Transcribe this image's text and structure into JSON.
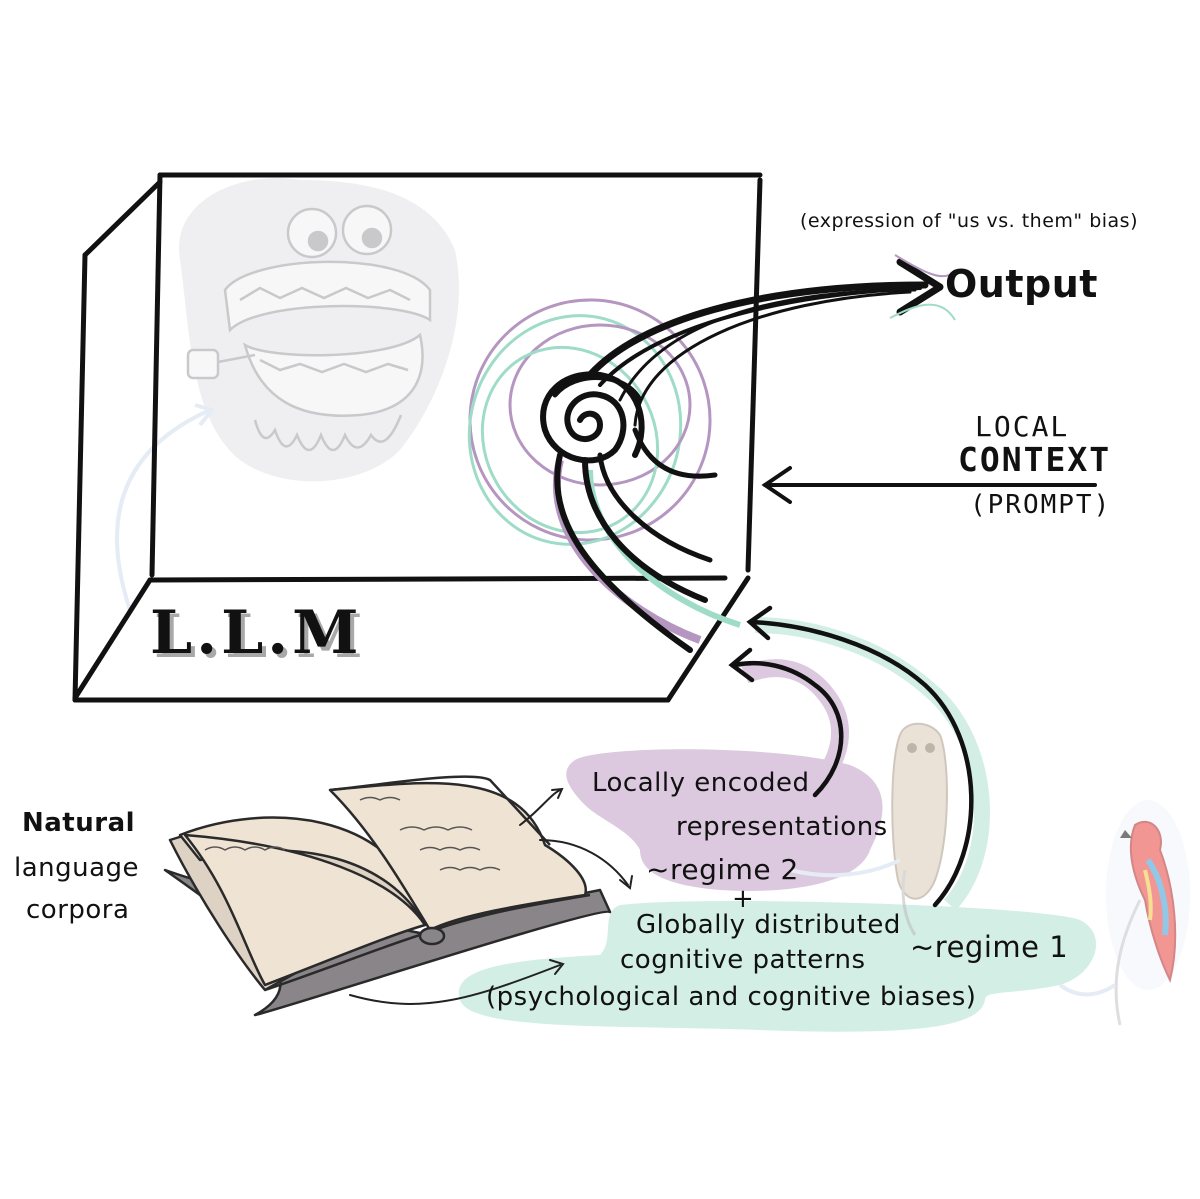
{
  "llm_label": "L.L.M",
  "output": {
    "note": "(expression of \"us vs. them\" bias)",
    "label": "Output"
  },
  "local_context": {
    "line1": "LOCAL",
    "line2": "CONTEXT",
    "line3": "(PROMPT)"
  },
  "corpora": {
    "line1": "Natural",
    "line2": "language",
    "line3": "corpora"
  },
  "regime2": {
    "line1": "Locally encoded",
    "line2": "representations",
    "line3": "~regime 2"
  },
  "plus": "+",
  "regime1": {
    "line1": "Globally distributed",
    "line2": "cognitive patterns",
    "line3": "(psychological and cognitive biases)",
    "tag": "~regime 1"
  },
  "colors": {
    "ink": "#111111",
    "purple_highlight": "#dcc9df",
    "mint_highlight": "#d3efe5",
    "purple_swirl": "#b596c0",
    "mint_swirl": "#9fdcc8",
    "ghost_grey": "#eeeeef",
    "page_paper": "#efe3d3",
    "book_cover": "#8a8588"
  },
  "icons": [
    "chattering-teeth-icon",
    "spiral-vortex-icon",
    "open-book-icon",
    "owl-icon",
    "parrot-icon"
  ]
}
